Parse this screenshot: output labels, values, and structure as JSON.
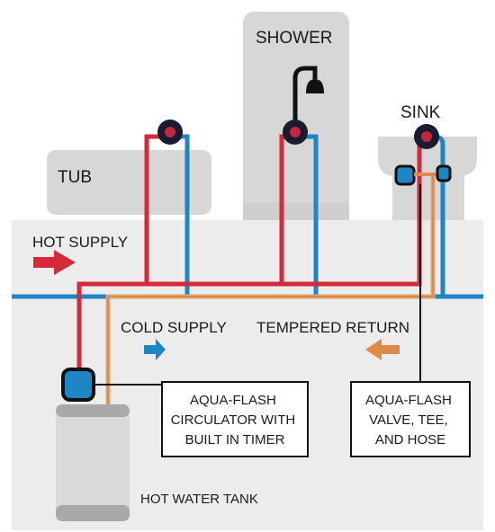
{
  "fixtures": {
    "tub": "TUB",
    "shower": "SHOWER",
    "sink": "SINK"
  },
  "labels": {
    "hot_supply": "HOT SUPPLY",
    "cold_supply": "COLD SUPPLY",
    "tempered_return": "TEMPERED RETURN",
    "hot_water_tank": "HOT WATER TANK"
  },
  "callouts": {
    "circulator": [
      "AQUA-FLASH",
      "CIRCULATOR WITH",
      "BUILT IN TIMER"
    ],
    "valve": [
      "AQUA-FLASH",
      "VALVE, TEE,",
      "AND HOSE"
    ]
  },
  "colors": {
    "hot": "#d42a3a",
    "cold": "#1f86c6",
    "tempered": "#e08a4a",
    "device": "#1f86c6",
    "fixture": "#d7d7d7",
    "wall": "#ececec"
  }
}
